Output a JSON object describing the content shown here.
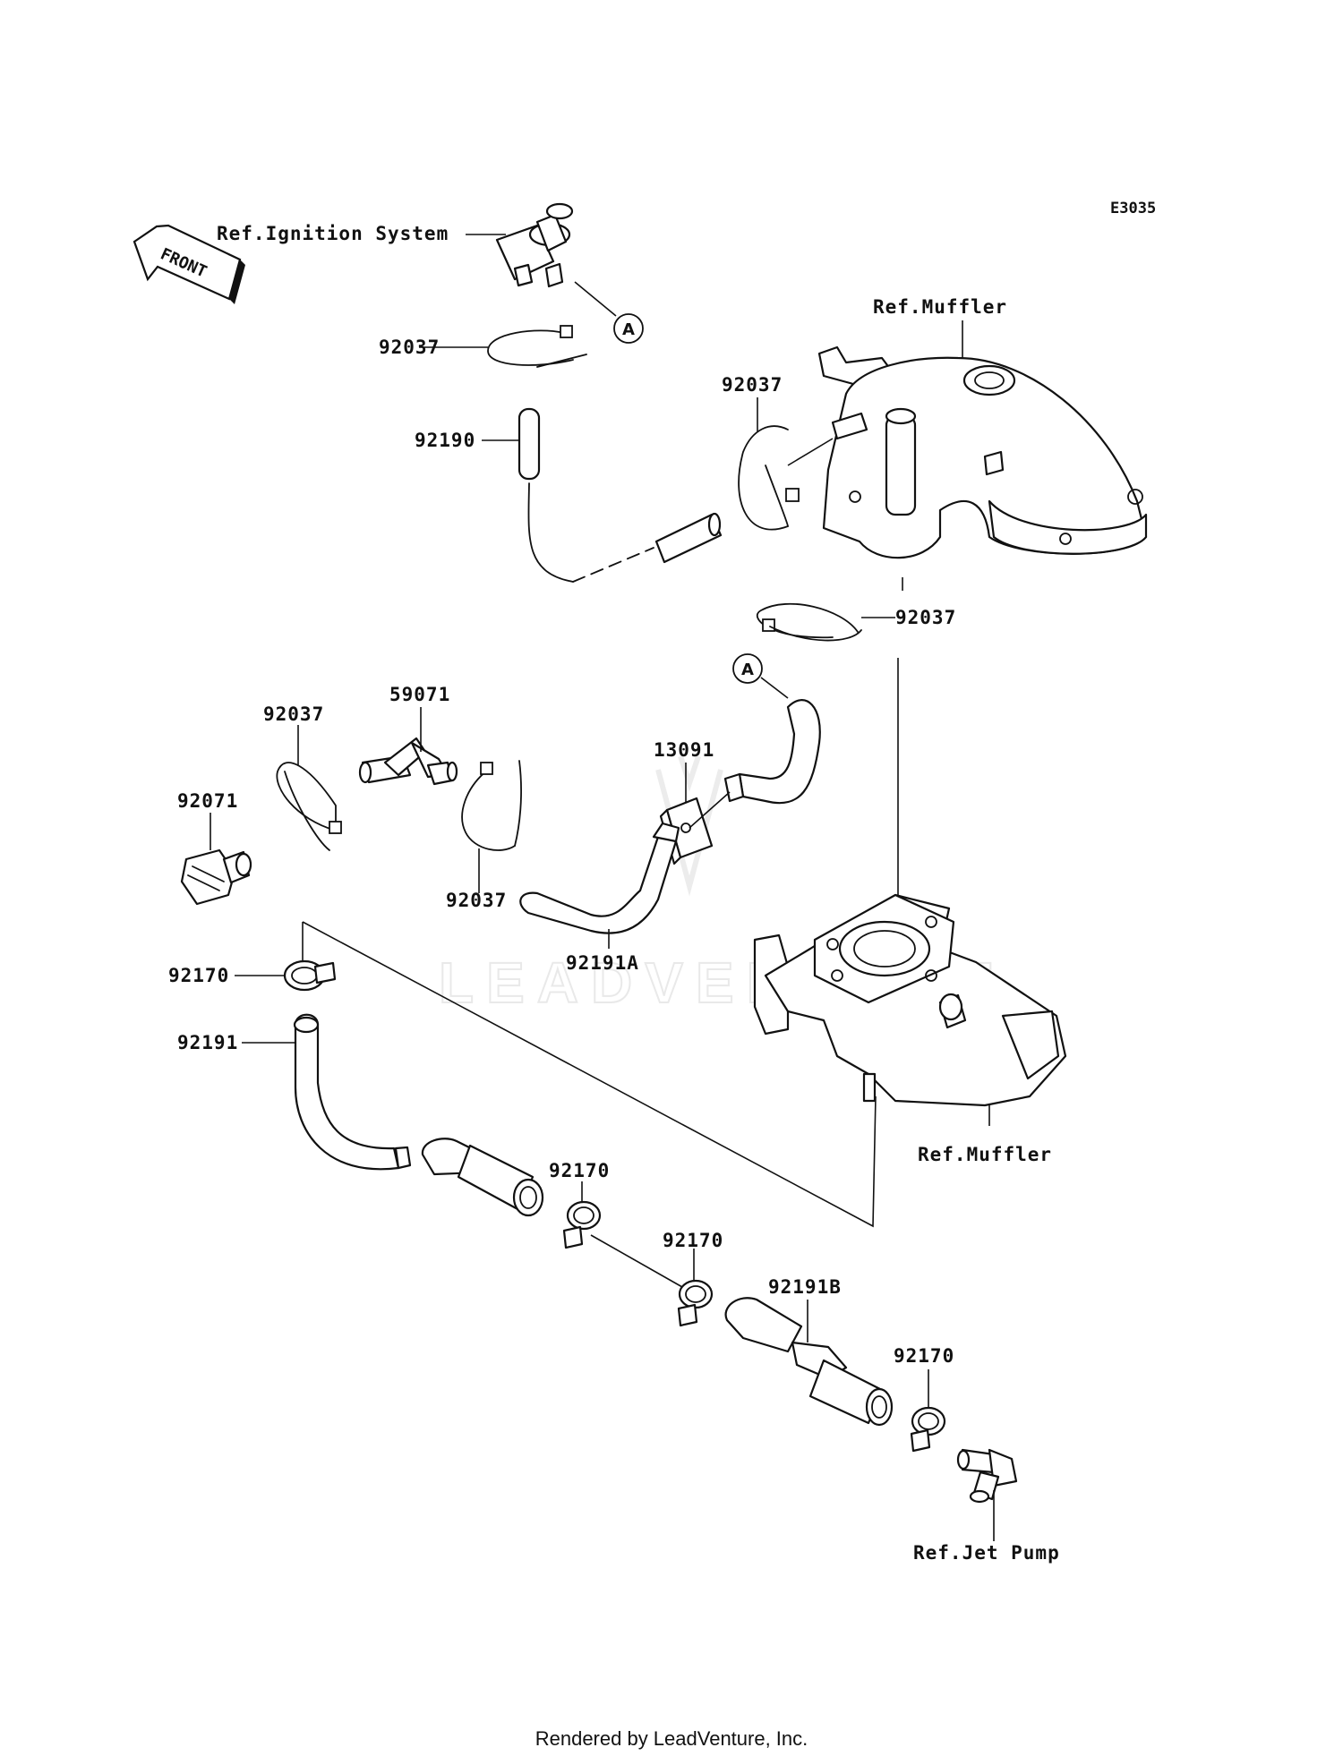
{
  "diagram_code": "E3035",
  "front_label": "FRONT",
  "watermark": "LEADVENTURE",
  "footer": "Rendered by LeadVenture, Inc.",
  "marker": "A",
  "labels": {
    "ref_ignition": "Ref.Ignition System",
    "ref_muffler_top": "Ref.Muffler",
    "ref_muffler_bottom": "Ref.Muffler",
    "ref_jet_pump": "Ref.Jet Pump",
    "p92037_a": "92037",
    "p92037_b": "92037",
    "p92037_c": "92037",
    "p92037_d": "92037",
    "p92037_e": "92037",
    "p92190": "92190",
    "p59071": "59071",
    "p13091": "13091",
    "p92071": "92071",
    "p92191a": "92191A",
    "p92170_a": "92170",
    "p92170_b": "92170",
    "p92170_c": "92170",
    "p92170_d": "92170",
    "p92191": "92191",
    "p92191b": "92191B"
  }
}
